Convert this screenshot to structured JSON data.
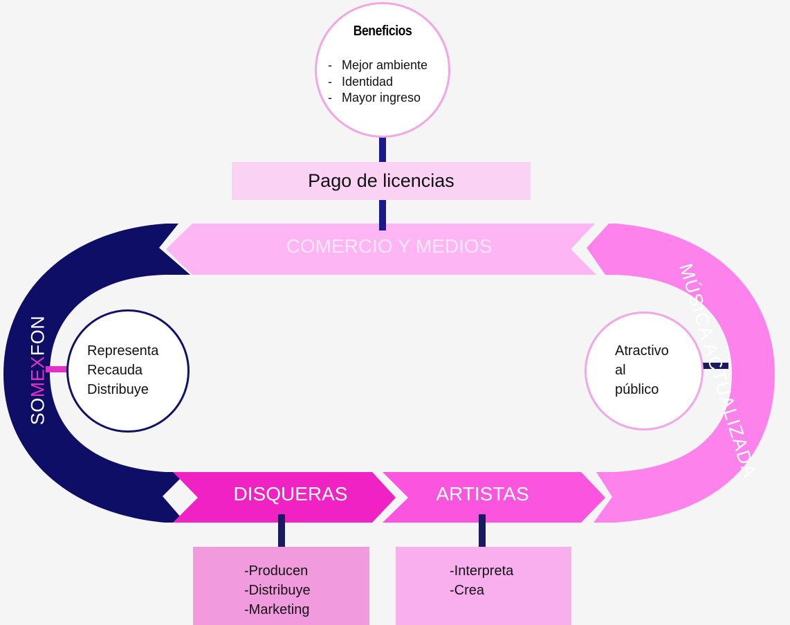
{
  "colors": {
    "navy": "#0e0e66",
    "comercio": "#fdb5f3",
    "musica": "#fe82ec",
    "disqueras": "#f022c3",
    "artistas": "#fb54df",
    "connector": "#1a1a88",
    "magenta_connector": "#e030c8"
  },
  "benefits": {
    "title": "Beneficios",
    "items": [
      "Mejor ambiente",
      "Identidad",
      "Mayor ingreso"
    ]
  },
  "licencias": {
    "label": "Pago de licencias"
  },
  "comercio": {
    "label": "COMERCIO Y MEDIOS"
  },
  "somexfon": {
    "label_part1": "SO",
    "label_part2": "MEX",
    "label_part3": "FON",
    "roles": [
      "Representa",
      "Recauda",
      "Distribuye"
    ]
  },
  "musica": {
    "label": "MÚSICA ACTUALIZADA",
    "benefit_lines": [
      "Atractivo",
      "al",
      "público"
    ]
  },
  "disqueras": {
    "label": "DISQUERAS",
    "tasks": [
      "-Producen",
      "-Distribuye",
      "-Marketing"
    ]
  },
  "artistas": {
    "label": "ARTISTAS",
    "tasks": [
      "-Interpreta",
      "-Crea"
    ]
  }
}
